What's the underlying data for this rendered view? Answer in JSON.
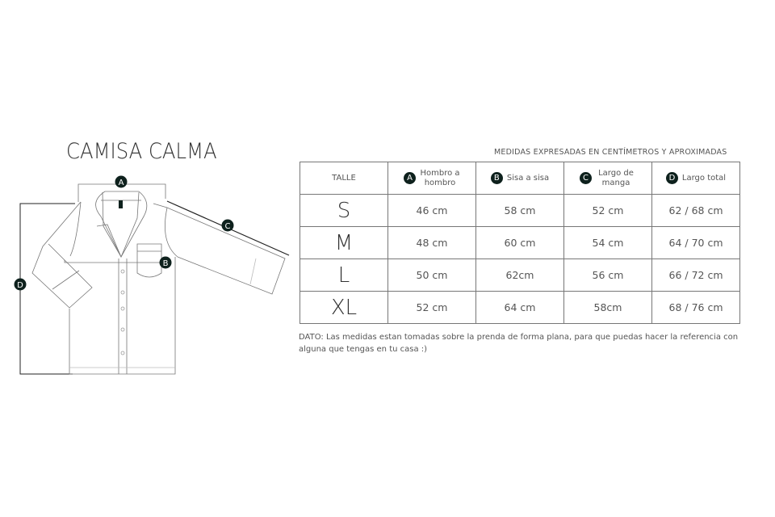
{
  "title": "CAMISA CALMA",
  "note": "MEDIDAS EXPRESADAS EN CENTÍMETROS Y APROXIMADAS",
  "diagram_labels": {
    "a": "A",
    "b": "B",
    "c": "C",
    "d": "D"
  },
  "table": {
    "header": [
      {
        "label": "TALLE"
      },
      {
        "badge": "A",
        "label": "Hombro a hombro"
      },
      {
        "badge": "B",
        "label": "Sisa a sisa"
      },
      {
        "badge": "C",
        "label": "Largo de manga"
      },
      {
        "badge": "D",
        "label": "Largo total"
      }
    ],
    "rows": [
      {
        "size": "S",
        "values": [
          "46 cm",
          "58 cm",
          "52 cm",
          "62 / 68 cm"
        ]
      },
      {
        "size": "M",
        "values": [
          "48 cm",
          "60 cm",
          "54 cm",
          "64 / 70 cm"
        ]
      },
      {
        "size": "L",
        "values": [
          "50 cm",
          "62cm",
          "56  cm",
          "66 / 72 cm"
        ]
      },
      {
        "size": "XL",
        "values": [
          "52 cm",
          "64 cm",
          "58cm",
          "68 / 76 cm"
        ]
      }
    ]
  },
  "dato": "DATO: Las medidas estan tomadas sobre la prenda de forma plana, para que puedas hacer la referencia con alguna que tengas en tu casa :)"
}
